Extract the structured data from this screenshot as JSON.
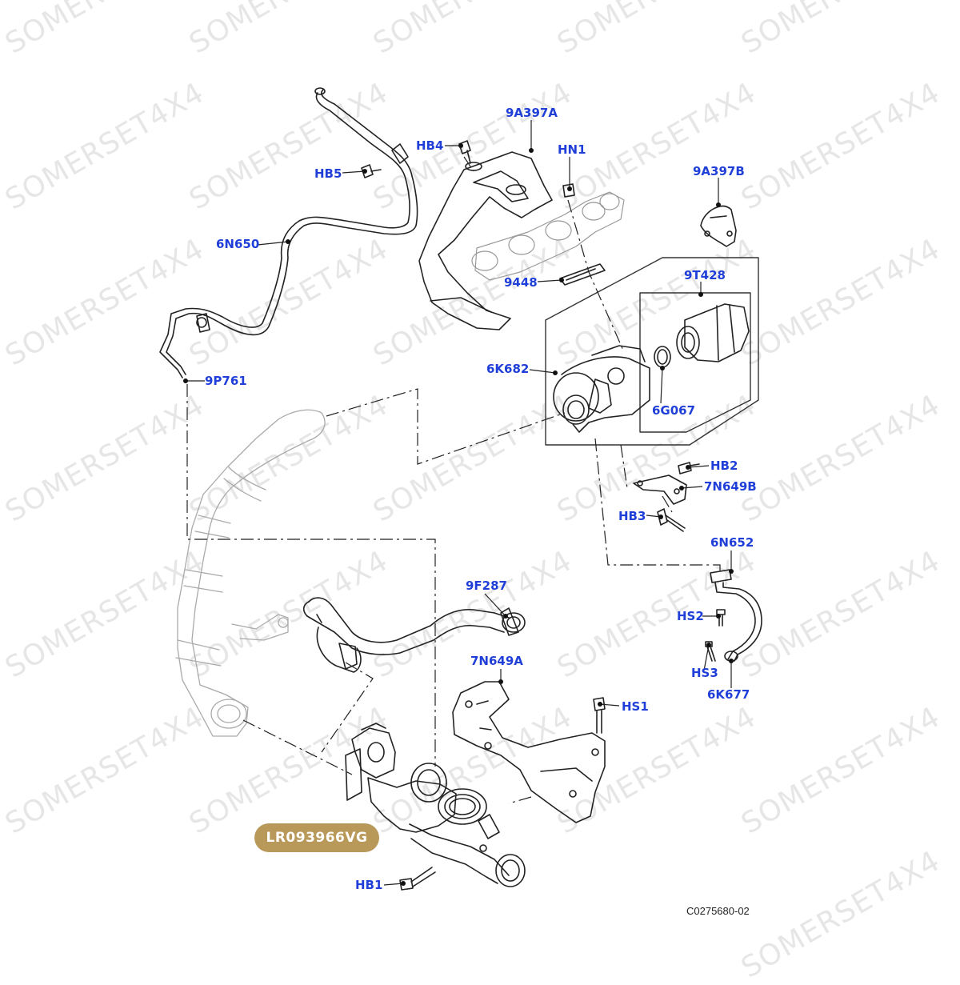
{
  "watermark_text": "SOMERSET4X4",
  "part_badge": "LR093966VG",
  "reference_code": "C0275680-02",
  "callout_color": "#1f3fd8",
  "badge_color": "#b8995a",
  "callouts": {
    "c_9A397A": "9A397A",
    "c_HB4": "HB4",
    "c_HN1": "HN1",
    "c_9A397B": "9A397B",
    "c_HB5": "HB5",
    "c_6N650": "6N650",
    "c_9448": "9448",
    "c_9T428": "9T428",
    "c_6K682": "6K682",
    "c_9P761": "9P761",
    "c_6G067": "6G067",
    "c_HB2": "HB2",
    "c_7N649B": "7N649B",
    "c_HB3": "HB3",
    "c_6N652": "6N652",
    "c_9F287": "9F287",
    "c_HS2": "HS2",
    "c_HS3": "HS3",
    "c_6K677": "6K677",
    "c_7N649A": "7N649A",
    "c_HS1": "HS1",
    "c_HB1": "HB1"
  }
}
